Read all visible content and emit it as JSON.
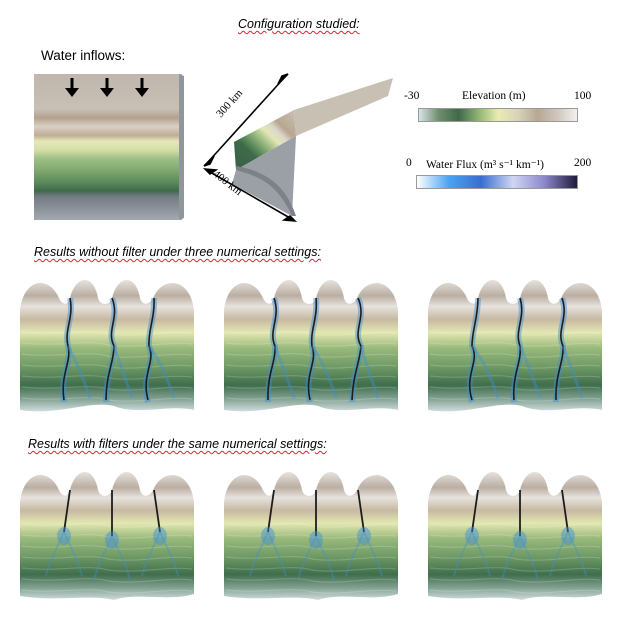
{
  "title": "Configuration studied:",
  "inflows_label": "Water inflows:",
  "dims": {
    "length_a": "300 km",
    "length_b": "400 km"
  },
  "elevation_bar": {
    "label": "Elevation (m)",
    "min": "-30",
    "max": "100",
    "colors": [
      "#d8e4e8",
      "#6f8e6c",
      "#3f6a4a",
      "#8fb273",
      "#e8ecb4",
      "#d8d3b8",
      "#b8a894",
      "#cfc6bd",
      "#f2f0ee"
    ]
  },
  "flux_bar": {
    "label": "Water Flux (m³ s⁻¹ km⁻¹)",
    "min": "0",
    "max": "200",
    "colors": [
      "#ffffff",
      "#4aa3f0",
      "#3b6dd0",
      "#cfd6f4",
      "#8a86c8",
      "#1f1a3a"
    ]
  },
  "section_no_filter": "Results without filter under three numerical settings:",
  "section_filter": "Results with filters under the same numerical settings:",
  "palette": {
    "ridge_top": "#bbaea2",
    "ridge_light": "#e6e2dd",
    "band_tan": "#c7b9a2",
    "band_yellow": "#e3e7b1",
    "green_light": "#98b97b",
    "green_dark": "#3f6e4c",
    "base": "#cfdcdf",
    "channel": "#1d1d1d",
    "water": "#3f8fd8"
  }
}
